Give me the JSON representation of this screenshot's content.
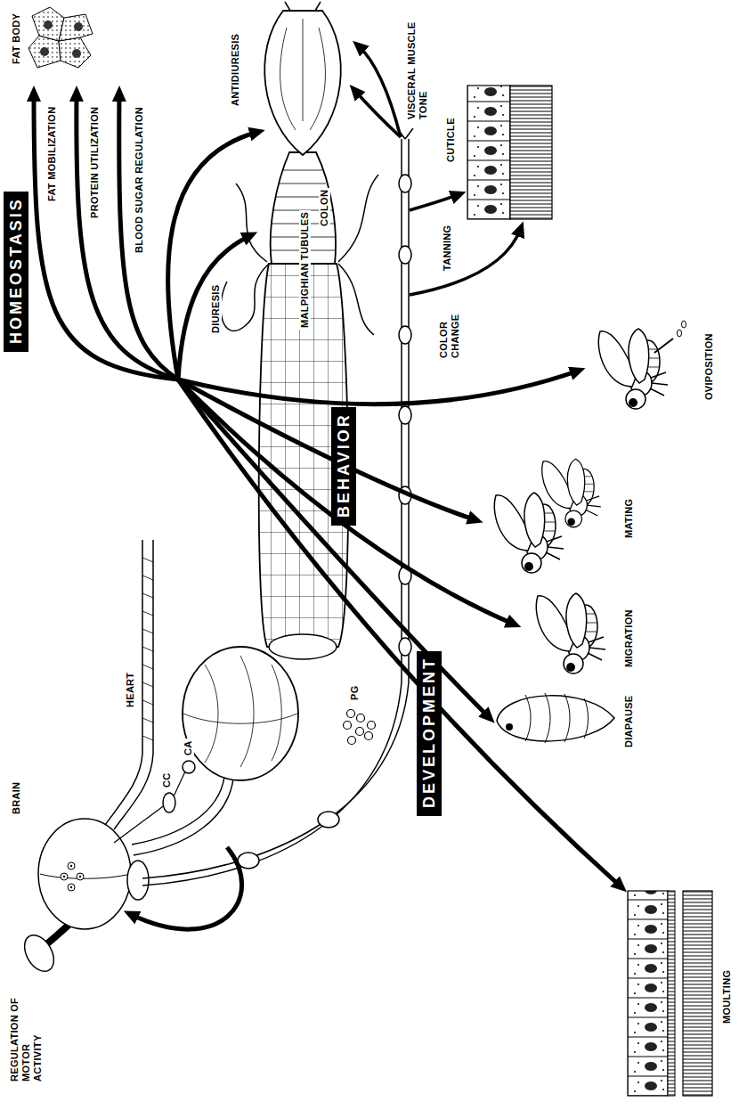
{
  "diagram": {
    "nodes": [
      {
        "text": [
          "HOMEOSTASIS"
        ]
      },
      {
        "text": [
          "BEHAVIOR"
        ]
      },
      {
        "text": [
          "DEVELOPMENT"
        ]
      }
    ],
    "labels": [
      "FAT BODY",
      "FAT MOBILIZATION",
      "PROTEIN UTILIZATION",
      "BLOOD SUGAR REGULATION",
      "DIURESIS",
      "ANTIDIURESIS",
      "MALPIGHIAN TUBULES",
      "COLON",
      "VISCERAL MUSCLE TONE",
      "CUTICLE",
      "TANNING",
      "COLOR CHANGE",
      "OVIPOSITION",
      "MATING",
      "MIGRATION",
      "DIAPAUSE",
      "MOULTING",
      "REGULATION OF MOTOR ACTIVITY",
      "BRAIN",
      "HEART",
      "CC",
      "CA",
      "PG"
    ]
  }
}
